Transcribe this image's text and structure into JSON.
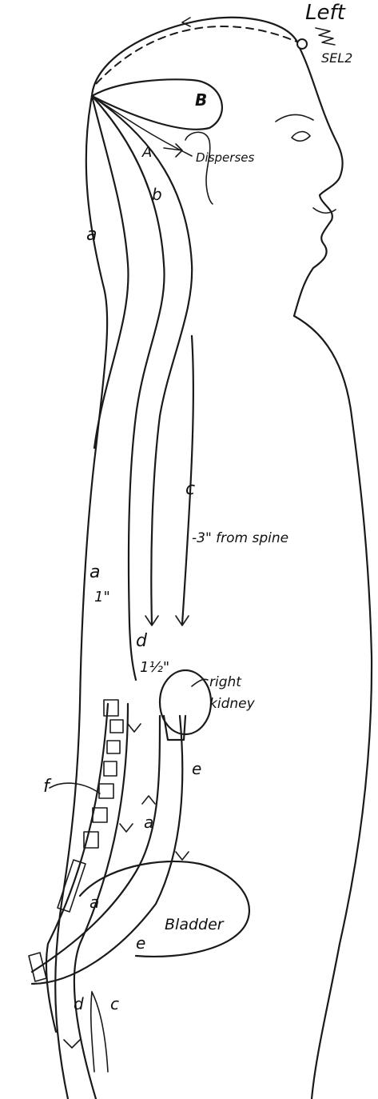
{
  "labels": {
    "title_fragment": "Left",
    "point_code": "SEL2",
    "B": "B",
    "A": "A",
    "disperses": "Disperses",
    "b": "b",
    "a_upper": "a",
    "c": "c",
    "from_spine": "-3\" from spine",
    "a_mid": "a",
    "one_inch": "1\"",
    "d": "d",
    "one_half_inch": "1½\"",
    "right_kidney_1": "right",
    "right_kidney_2": "kidney",
    "e_upper": "e",
    "f": "f",
    "a_lower": "a",
    "a_bladder": "a",
    "bladder": "Bladder",
    "e_lower": "e",
    "d_bottom": "d",
    "c_bottom": "c"
  },
  "colors": {
    "ink": "#1a1a1a",
    "paper": "#ffffff"
  }
}
